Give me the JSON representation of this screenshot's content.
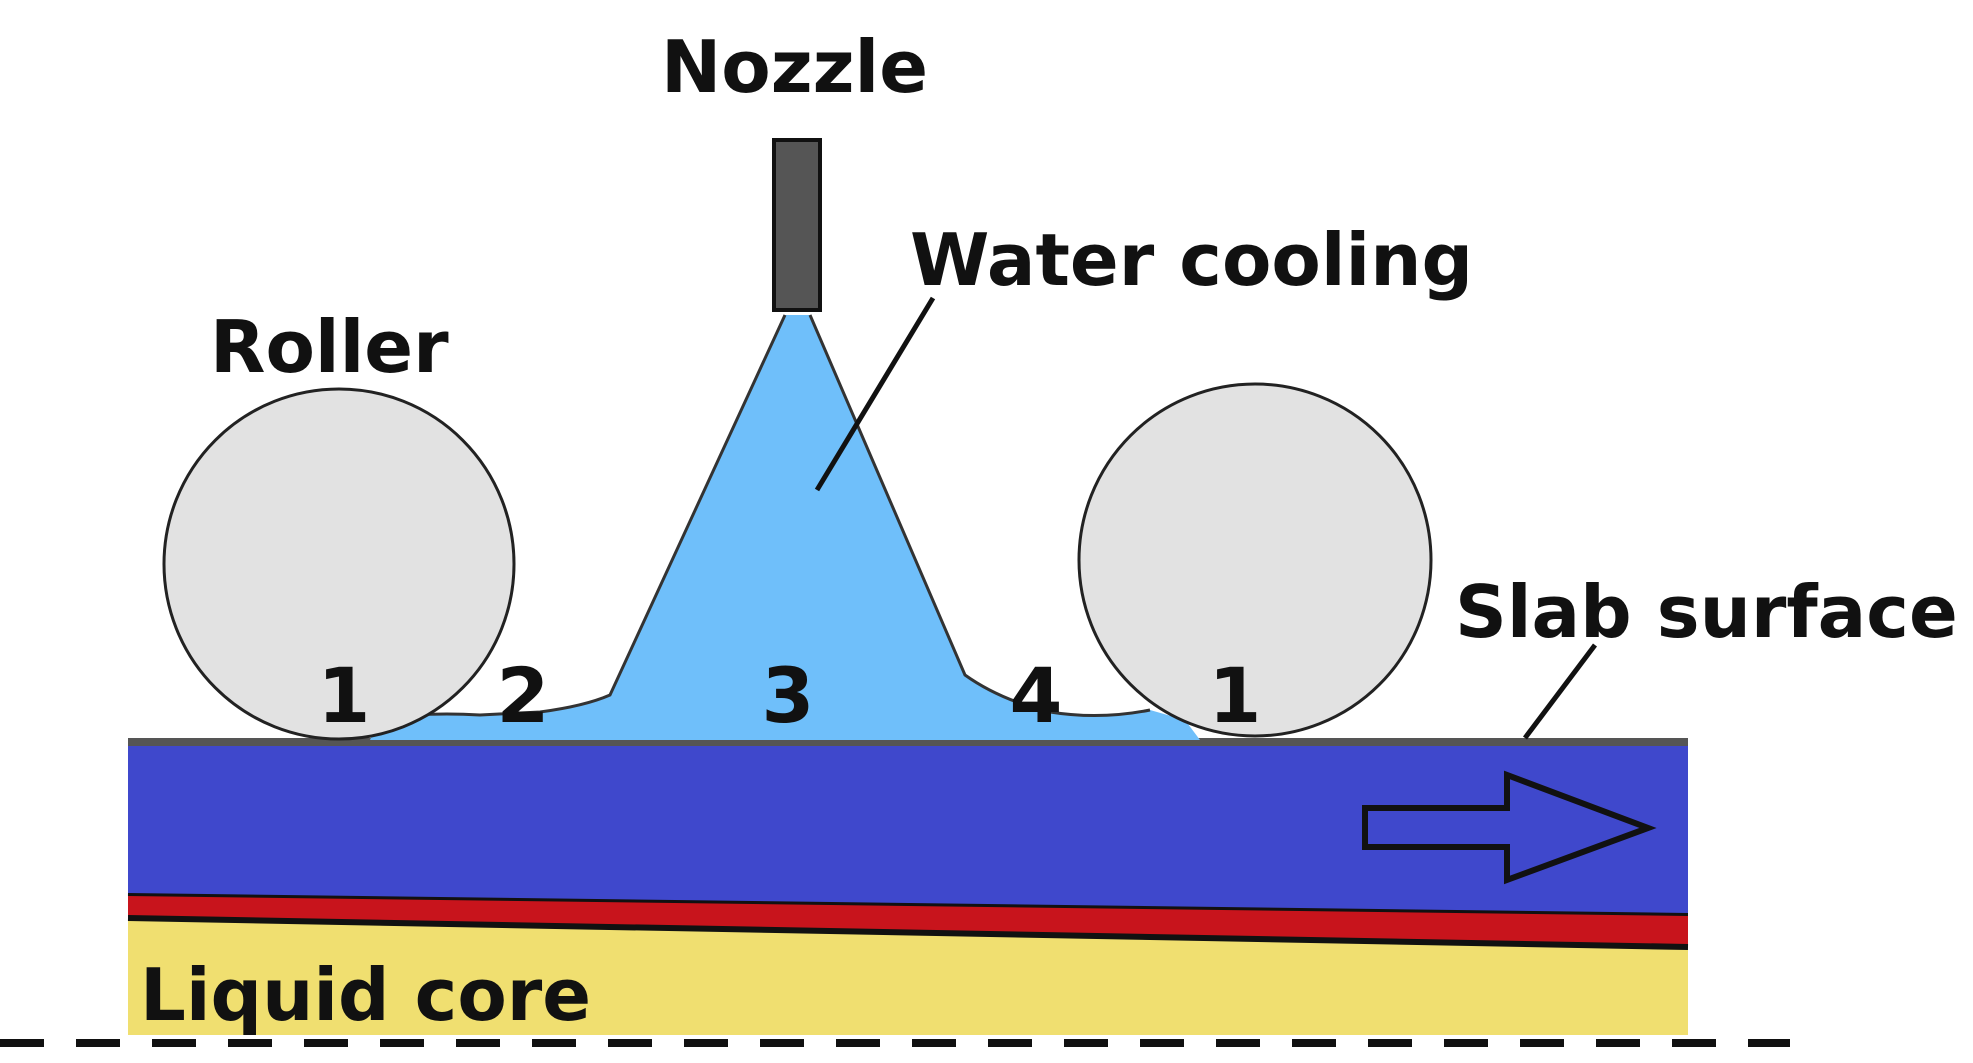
{
  "labels": {
    "nozzle": "Nozzle",
    "water_cooling": "Water cooling",
    "roller": "Roller",
    "slab_surface": "Slab surface",
    "liquid_core": "Liquid core"
  },
  "zones": [
    "1",
    "2",
    "3",
    "4",
    "1"
  ],
  "colors": {
    "slab_shell": "#3f48cc",
    "hot_layer": "#c8141c",
    "liquid_core": "#f0df70",
    "water": "#6fbffa",
    "roller": "#e2e2e2",
    "nozzle": "#555555",
    "surface_line": "#555555"
  },
  "icons": {
    "direction_arrow": "right-arrow-icon"
  }
}
